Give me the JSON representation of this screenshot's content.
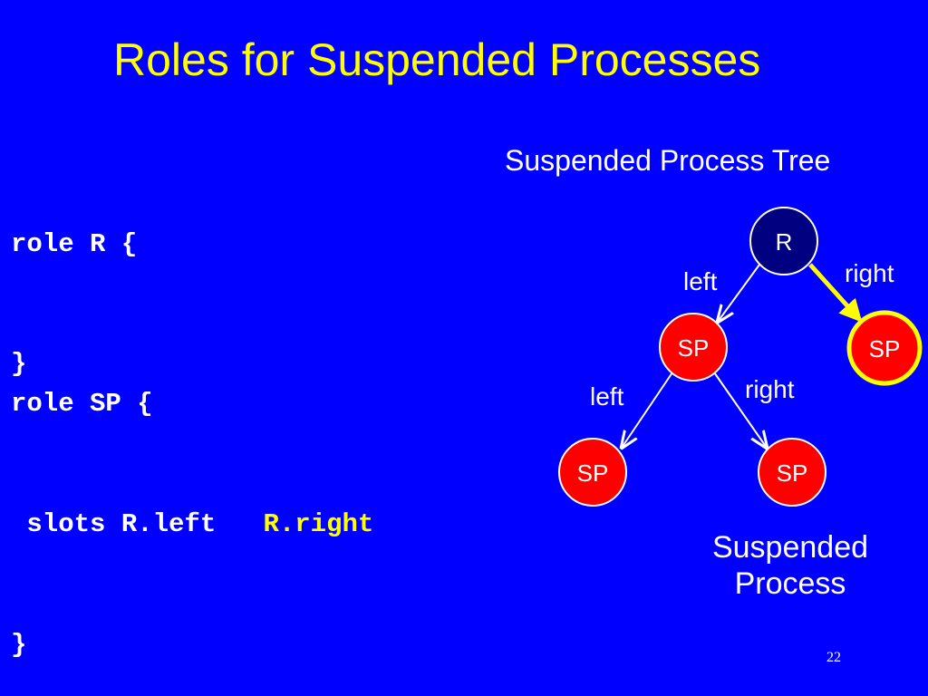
{
  "slide": {
    "title": "Roles for Suspended Processes",
    "page_number": "22"
  },
  "code": {
    "line1": "role R {",
    "line2": "}",
    "line3": "role SP {",
    "line4_prefix": " slots R.left   ",
    "line4_highlight": "R.right",
    "line5": "}"
  },
  "diagram": {
    "title": "Suspended Process Tree",
    "caption_line1": "Suspended",
    "caption_line2": "Process",
    "nodes": {
      "root": "R",
      "left_child": "SP",
      "right_child": "SP",
      "left_left": "SP",
      "left_right": "SP"
    },
    "edge_labels": {
      "root_left": "left",
      "root_right": "right",
      "sp_left": "left",
      "sp_right": "right"
    },
    "colors": {
      "background": "#0000ff",
      "title": "#ffff00",
      "highlight": "#ffff00",
      "root_node": "#000080",
      "sp_node": "#ff0000",
      "text": "#ffffff"
    }
  }
}
